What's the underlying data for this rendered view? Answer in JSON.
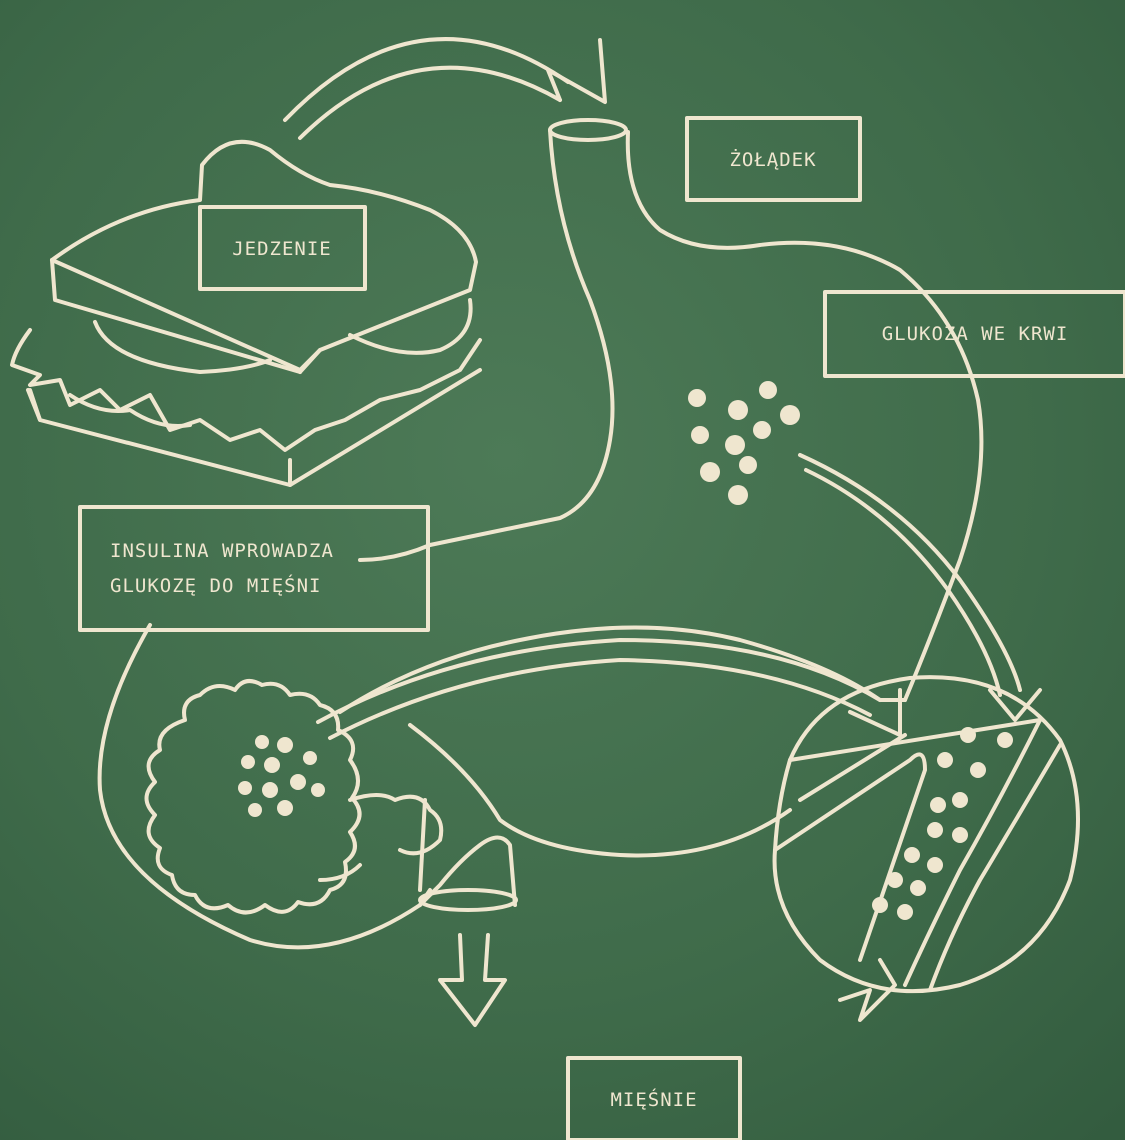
{
  "colors": {
    "board": "#3f6b4a",
    "board_light": "#4d7a57",
    "board_dark": "#335c3f",
    "chalk": "#efe6cf"
  },
  "labels": {
    "food": "JEDZENIE",
    "stomach": "ŻOŁĄDEK",
    "blood_glucose": "GLUKOZA WE KRWI",
    "insulin_line1": "INSULINA WPROWADZA",
    "insulin_line2": "GLUKOZĘ DO MIĘŚNI",
    "muscles": "MIĘŚNIE"
  }
}
